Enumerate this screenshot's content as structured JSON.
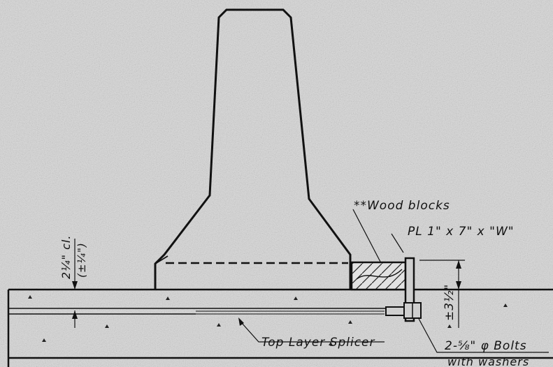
{
  "labels": {
    "wood_blocks": "**Wood blocks",
    "plate": "PL 1\" x 7\" x \"W\"",
    "clearance": "2¼\" cl.",
    "clearance_tol": "(±¼\")",
    "dimension": "±3½\"",
    "splicer": "Top Layer Splicer",
    "bolts": "2-⅝\" φ Bolts",
    "washers": "with washers"
  },
  "colors": {
    "background": "#d4d4d4",
    "line": "#111111"
  }
}
